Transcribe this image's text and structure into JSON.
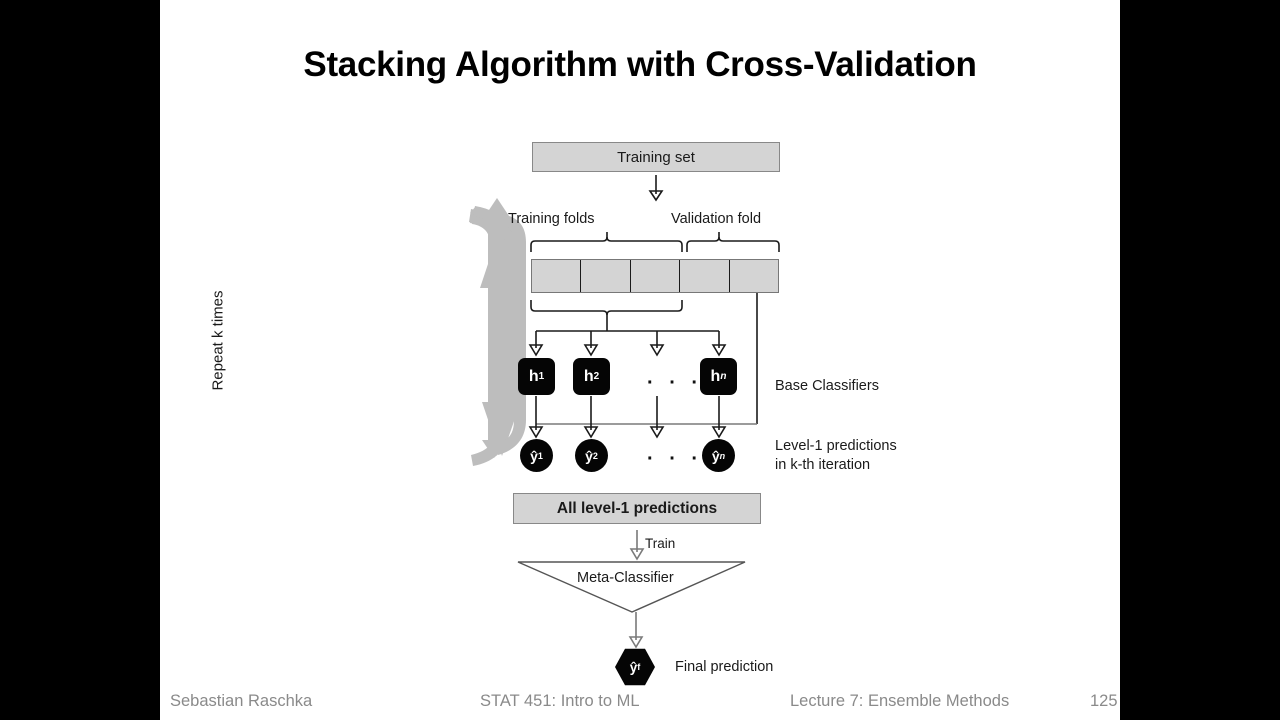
{
  "slide": {
    "title": "Stacking Algorithm with Cross-Validation",
    "background": "#ffffff",
    "letterbox_color": "#000000"
  },
  "diagram": {
    "type": "flowchart",
    "training_set_label": "Training set",
    "training_folds_label": "Training folds",
    "validation_fold_label": "Validation fold",
    "fold_count": 5,
    "training_fold_count": 4,
    "validation_fold_count": 1,
    "repeat_label": "Repeat k times",
    "base_classifiers_label": "Base Classifiers",
    "level1_predictions_label_line1": "Level-1 predictions",
    "level1_predictions_label_line2": "in k-th iteration",
    "classifiers": [
      {
        "name": "h-1",
        "base": "h",
        "sub": "1"
      },
      {
        "name": "h-2",
        "base": "h",
        "sub": "2"
      },
      {
        "name": "h-n",
        "base": "h",
        "sub": "n"
      }
    ],
    "predictions": [
      {
        "name": "yhat-1",
        "base": "ŷ",
        "sub": "1"
      },
      {
        "name": "yhat-2",
        "base": "ŷ",
        "sub": "2"
      },
      {
        "name": "yhat-n",
        "base": "ŷ",
        "sub": "n"
      }
    ],
    "ellipsis": "·  ·  ·",
    "all_level1_label": "All level-1 predictions",
    "train_arrow_label": "Train",
    "meta_classifier_label": "Meta-Classifier",
    "final_node": {
      "base": "ŷ",
      "sub": "f"
    },
    "final_prediction_label": "Final prediction",
    "colors": {
      "box_fill": "#d4d4d4",
      "box_border": "#888888",
      "node_fill": "#050505",
      "loop_arrow": "#bdbdbd",
      "line": "#1a1a1a"
    }
  },
  "footer": {
    "author": "Sebastian Raschka",
    "course": "STAT 451: Intro to ML",
    "lecture": "Lecture 7: Ensemble Methods",
    "page": "125",
    "color": "#8a8a8a"
  }
}
